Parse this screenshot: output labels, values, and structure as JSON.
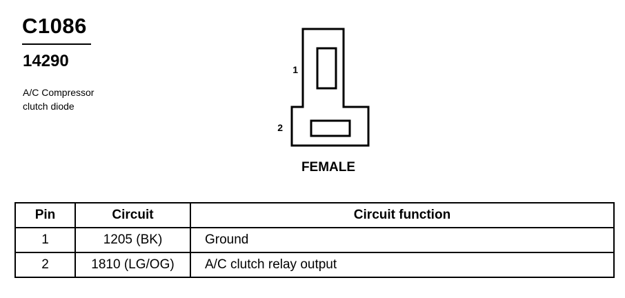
{
  "connector": {
    "id": "C1086",
    "part_number": "14290",
    "description_lines": [
      "A/C Compressor",
      "clutch diode"
    ],
    "gender_label": "FEMALE",
    "pin_labels": [
      "1",
      "2"
    ]
  },
  "table": {
    "headers": {
      "pin": "Pin",
      "circuit": "Circuit",
      "function": "Circuit function"
    },
    "rows": [
      {
        "pin": "1",
        "circuit": "1205 (BK)",
        "function": "Ground"
      },
      {
        "pin": "2",
        "circuit": "1810 (LG/OG)",
        "function": "A/C clutch relay output"
      }
    ]
  }
}
